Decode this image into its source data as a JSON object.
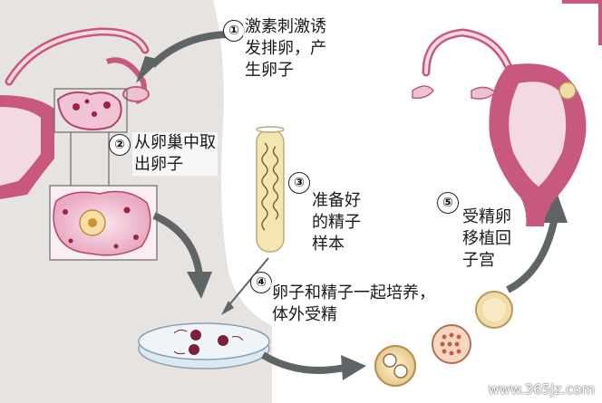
{
  "steps": [
    {
      "number": "①",
      "text": "激素刺激诱\n发排卵，产\n生卵子"
    },
    {
      "number": "②",
      "text": "从卵巢中取\n出卵子"
    },
    {
      "number": "③",
      "text": "准备好\n的精子\n样本"
    },
    {
      "number": "④",
      "text": "卵子和精子一起培养，\n体外受精"
    },
    {
      "number": "⑤",
      "text": "受精卵\n移植回\n子宫"
    }
  ],
  "watermark": "www.365jz.com",
  "colors": {
    "body_bg": "#e6e3e1",
    "uterus_pink": "#c8587e",
    "uterus_light": "#f2d9e2",
    "arrow_gray": "#5f6566",
    "egg_pink": "#f0c4d6",
    "dish_blue": "#dde9f2",
    "sperm_tube": "#f3e6b0"
  }
}
